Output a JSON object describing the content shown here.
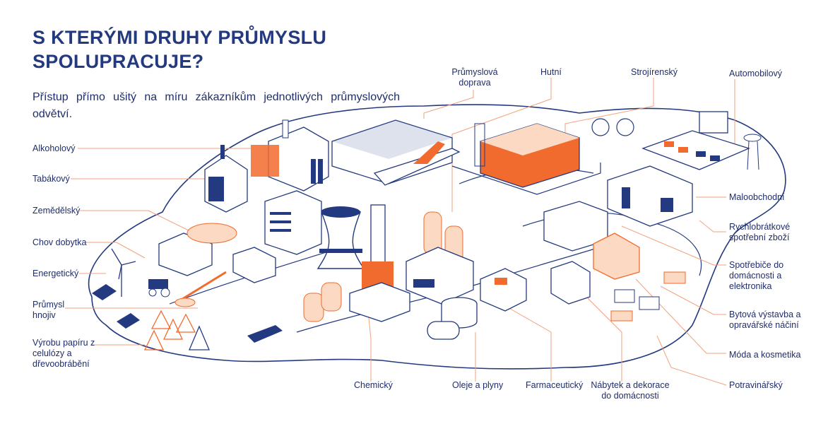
{
  "header": {
    "title_line1": "S KTERÝMI DRUHY PRŮMYSLU",
    "title_line2": "SPOLUPRACUJE?",
    "subtitle": "Přístup přímo ušitý na míru zákazníkům jednotlivých průmyslových odvětví."
  },
  "labels_left": [
    "Alkoholový",
    "Tabákový",
    "Zemědělský",
    "Chov dobytka",
    "Energetický",
    "Průmysl hnojiv",
    "Výrobu papíru z celulózy a dřevoobrábění"
  ],
  "labels_top": [
    "Průmyslová doprava",
    "Hutní",
    "Strojírenský",
    "Automobilový"
  ],
  "labels_right": [
    "Maloobchodní",
    "Rychlobrátkové spotřební zboží",
    "Spotřebiče do domácnosti a elektronika",
    "Bytová výstavba a opravářské náčiní",
    "Móda a kosmetika",
    "Potravinářský"
  ],
  "labels_bottom": [
    "Chemický",
    "Oleje a plyny",
    "Farmaceutický",
    "Nábytek a dekorace do domácnosti"
  ],
  "colors": {
    "navy": "#243a80",
    "orange": "#f26b2e",
    "line_orange": "#f2a27e",
    "light_orange": "#fbd9c3"
  }
}
